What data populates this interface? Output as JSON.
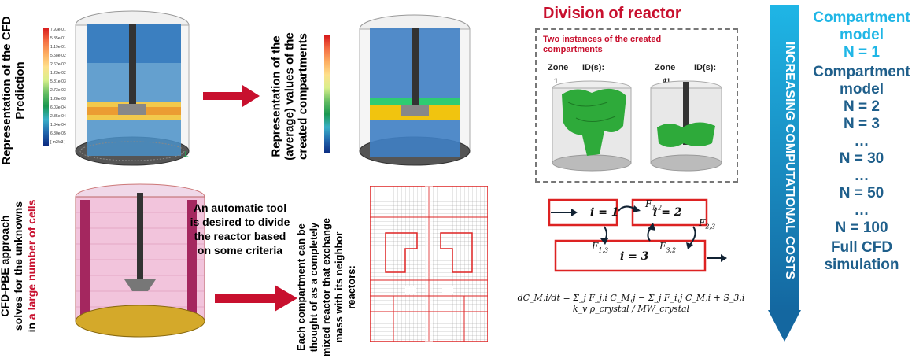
{
  "panel1": {
    "caption": "Representation of the CFD Prediction",
    "legend_title": "",
    "legend_ticks": [
      "7.93e-01",
      "5.35e-01",
      "1.19e-01",
      "5.58e-02",
      "2.62e-02",
      "1.23e-02",
      "5.81e-03",
      "2.73e-03",
      "1.28e-03",
      "6.03e-04",
      "2.85e-04",
      "1.34e-04",
      "6.30e-05",
      "[ m2/s3 ]"
    ]
  },
  "panel2": {
    "caption": "Representation of the (average) values of the created compartments"
  },
  "panel3": {
    "caption_part1": "CFD-PBE approach solves for the unknowns in",
    "caption_red": "a large number of cells",
    "tool_text": "An automatic tool is desired to divide the reactor based on some criteria"
  },
  "panel4": {
    "caption": "Each compartment can be thought of as a completely mixed reactor that exchange mass with its neighbor reactors:"
  },
  "division": {
    "title": "Division of reactor",
    "box_title": "Two instances of the created compartments",
    "zone_label": "Zone",
    "ids_label": "ID(s):",
    "zone_a_id": "1",
    "zone_b_id": "41"
  },
  "network": {
    "node1": "i = 1",
    "node2": "i = 2",
    "node3": "i = 3",
    "f12": "F",
    "f12_sub": "1,2",
    "f23": "F",
    "f23_sub": "2,3",
    "f13": "F",
    "f13_sub": "1,3",
    "f32": "F",
    "f32_sub": "3,2"
  },
  "equation": {
    "text": "dC_M,i/dt = Σ_j F_j,i C_M,j − Σ_j F_i,j C_M,i + S_3,i k_v ρ_crystal / MW_crystal"
  },
  "arrow_label": "INCREASING COMPUTATIONAL COSTS",
  "colors": {
    "red": "#c8102e",
    "cyan": "#1fb6e6",
    "blue": "#1f5f8b",
    "arrow_dark": "#1467a0"
  },
  "cost_list": {
    "item0_line1": "Compartment",
    "item0_line2": "model",
    "item0_line3": "N = 1",
    "item1_line1": "Compartment",
    "item1_line2": "model",
    "n2": "N = 2",
    "n3": "N = 3",
    "dots1": "…",
    "n30": "N = 30",
    "dots2": "…",
    "n50": "N = 50",
    "dots3": "…",
    "n100": "N = 100",
    "last_line1": "Full CFD",
    "last_line2": "simulation"
  }
}
